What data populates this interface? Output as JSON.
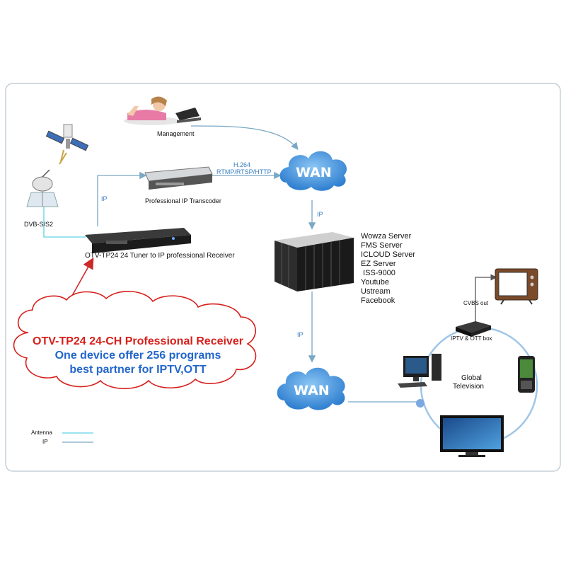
{
  "labels": {
    "management": "Management",
    "dvb": "DVB-S/S2",
    "receiver": "OTV-TP24 24 Tuner to IP professional Receiver",
    "transcoder": "Professional IP Transcoder",
    "ip_left": "IP",
    "ip_mid": "IP",
    "ip_lower": "IP",
    "protocol_line1": "H.264",
    "protocol_line2": "RTMP/RTSP/HTTP",
    "wan_top": "WAN",
    "wan_bottom": "WAN",
    "cvbs": "CVBS out",
    "stb": "IPTV & OTT box",
    "global_line1": "Global",
    "global_line2": "Television"
  },
  "servers": [
    "Wowza Server",
    "FMS Server",
    "ICLOUD Server",
    "EZ Server",
    " ISS-9000",
    "Youtube",
    "Ustream",
    "Facebook"
  ],
  "promo": {
    "line1_red": "OTV-TP24",
    "line1_dark": "24-CH Professional Receiver",
    "line2": "One device offer 256 programs",
    "line3": "best partner for IPTV,OTT"
  },
  "legend": {
    "antenna": "Antenna",
    "ip": "IP"
  },
  "colors": {
    "antenna_line": "#5fd3e6",
    "ip_line": "#7aa8c4",
    "arrow_red": "#cc2a2a",
    "cloud_blue": "#3b8ad8",
    "promo_blue": "#2266cc",
    "promo_red": "#d6201c"
  }
}
